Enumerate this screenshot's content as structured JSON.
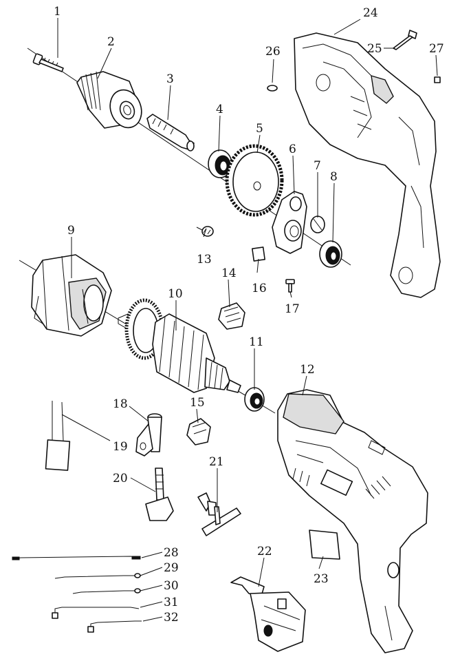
{
  "labels": {
    "p1": "1",
    "p2": "2",
    "p3": "3",
    "p4": "4",
    "p5": "5",
    "p6": "6",
    "p7": "7",
    "p8": "8",
    "p9": "9",
    "p10": "10",
    "p11": "11",
    "p12": "12",
    "p13": "13",
    "p14": "14",
    "p15": "15",
    "p16": "16",
    "p17": "17",
    "p18": "18",
    "p19": "19",
    "p20": "20",
    "p21": "21",
    "p22": "22",
    "p23": "23",
    "p24": "24",
    "p25": "25",
    "p26": "26",
    "p27": "27",
    "p28": "28",
    "p29": "29",
    "p30": "30",
    "p31": "31",
    "p32": "32"
  }
}
